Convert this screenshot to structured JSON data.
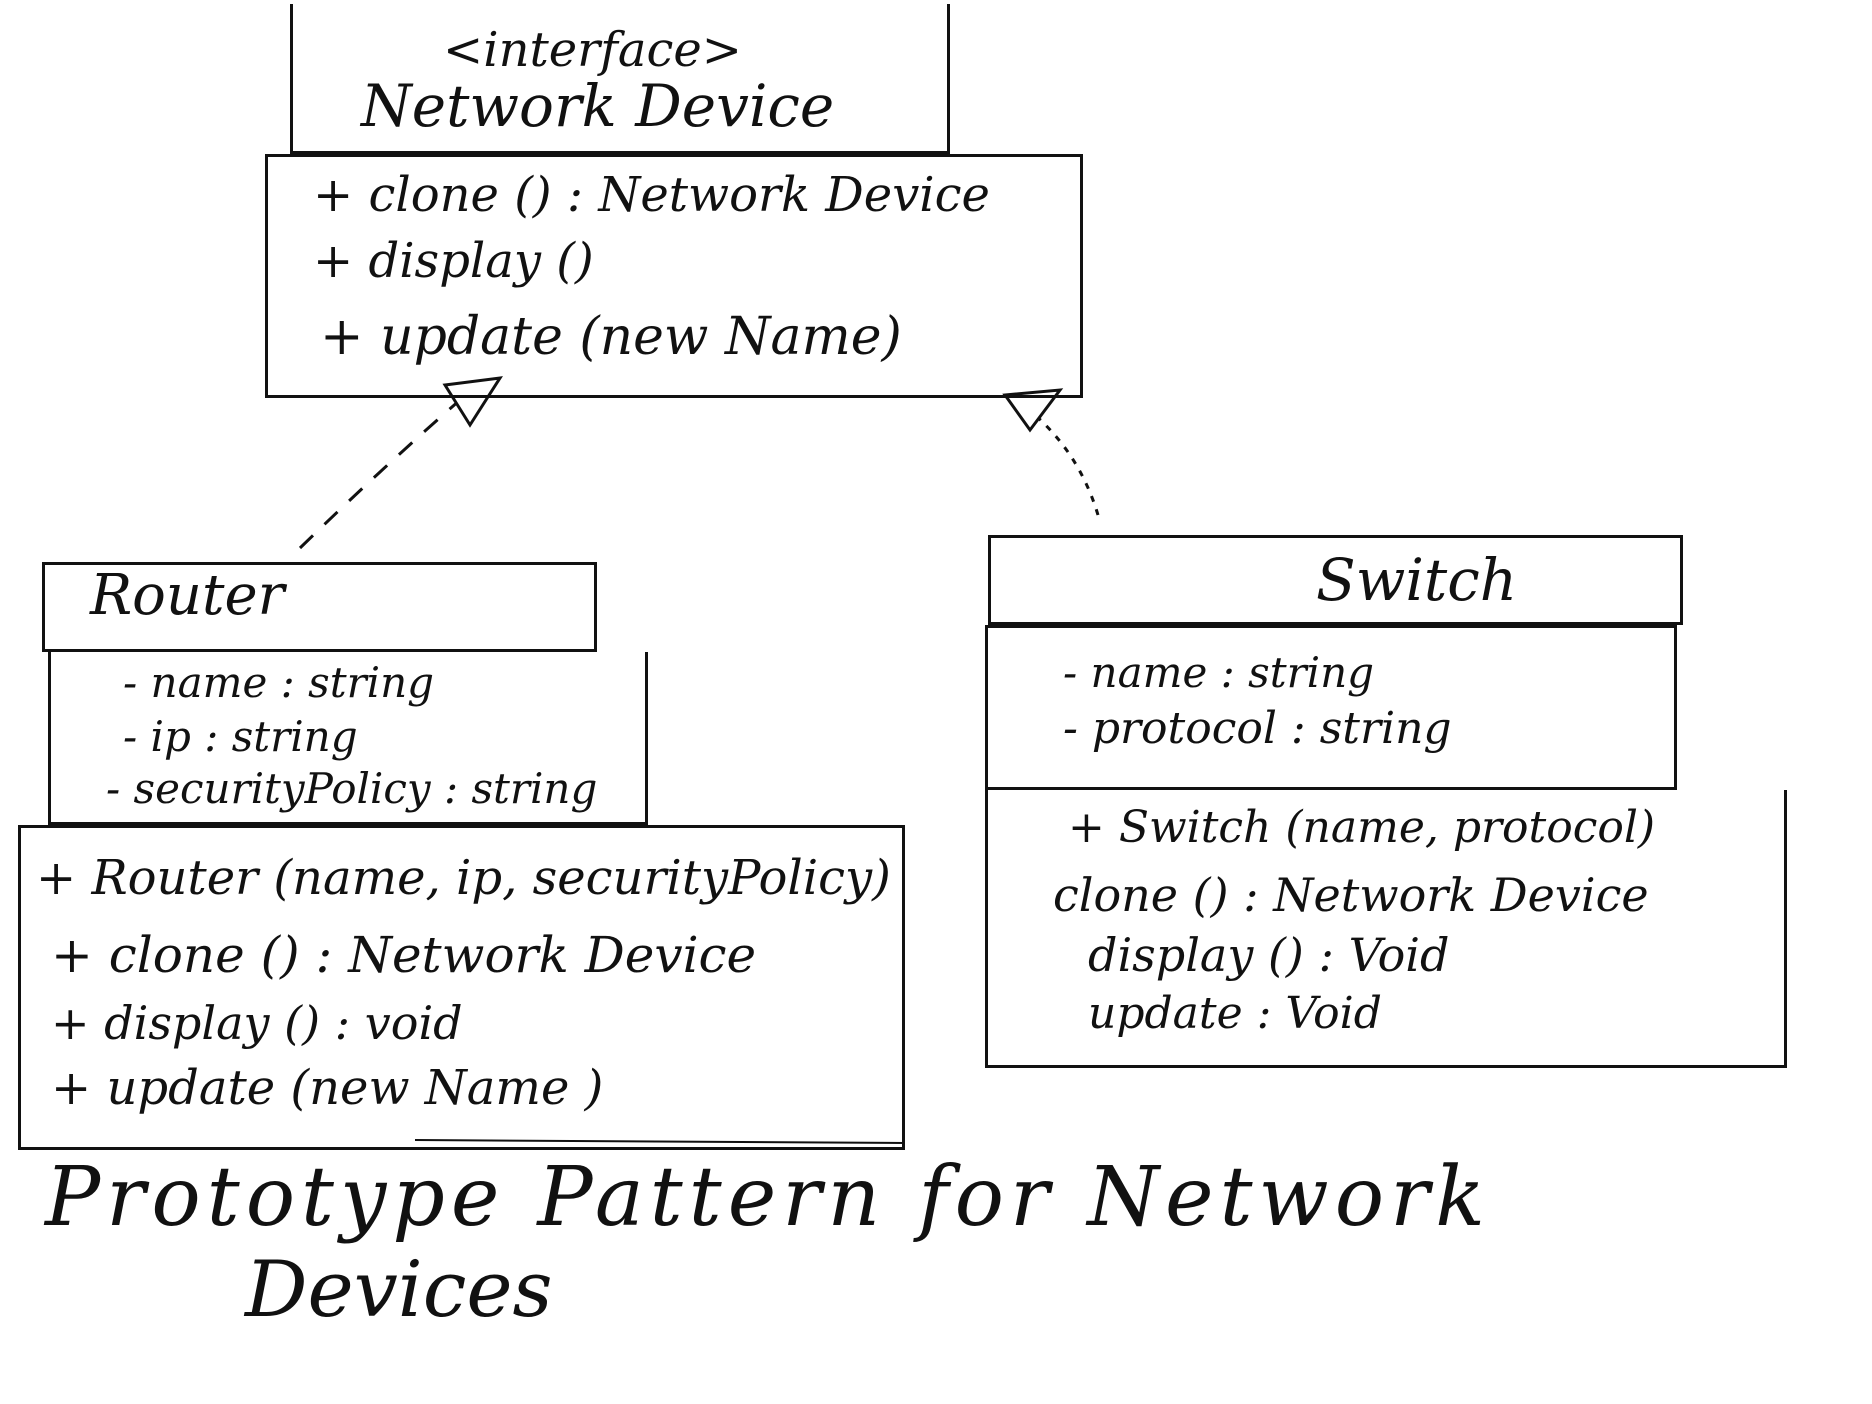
{
  "diagram": {
    "interface": {
      "stereotype": "<interface>",
      "name": "Network Device",
      "operations": [
        "+ clone () : Network Device",
        "+ display ()",
        "+ update (new Name)"
      ]
    },
    "router": {
      "name": "Router",
      "attributes": [
        "- name : string",
        "- ip : string",
        "- securityPolicy : string"
      ],
      "operations": [
        "+ Router (name, ip, securityPolicy)",
        "+ clone () : Network Device",
        "+ display () : void",
        "+ update (new Name )"
      ]
    },
    "switch": {
      "name": "Switch",
      "attributes": [
        "- name : string",
        "- protocol : string"
      ],
      "operations": [
        "+ Switch (name, protocol)",
        "clone () : Network Device",
        "display () : Void",
        "update : Void"
      ]
    },
    "caption_line1": "Prototype Pattern for Network",
    "caption_line2": "Devices"
  }
}
